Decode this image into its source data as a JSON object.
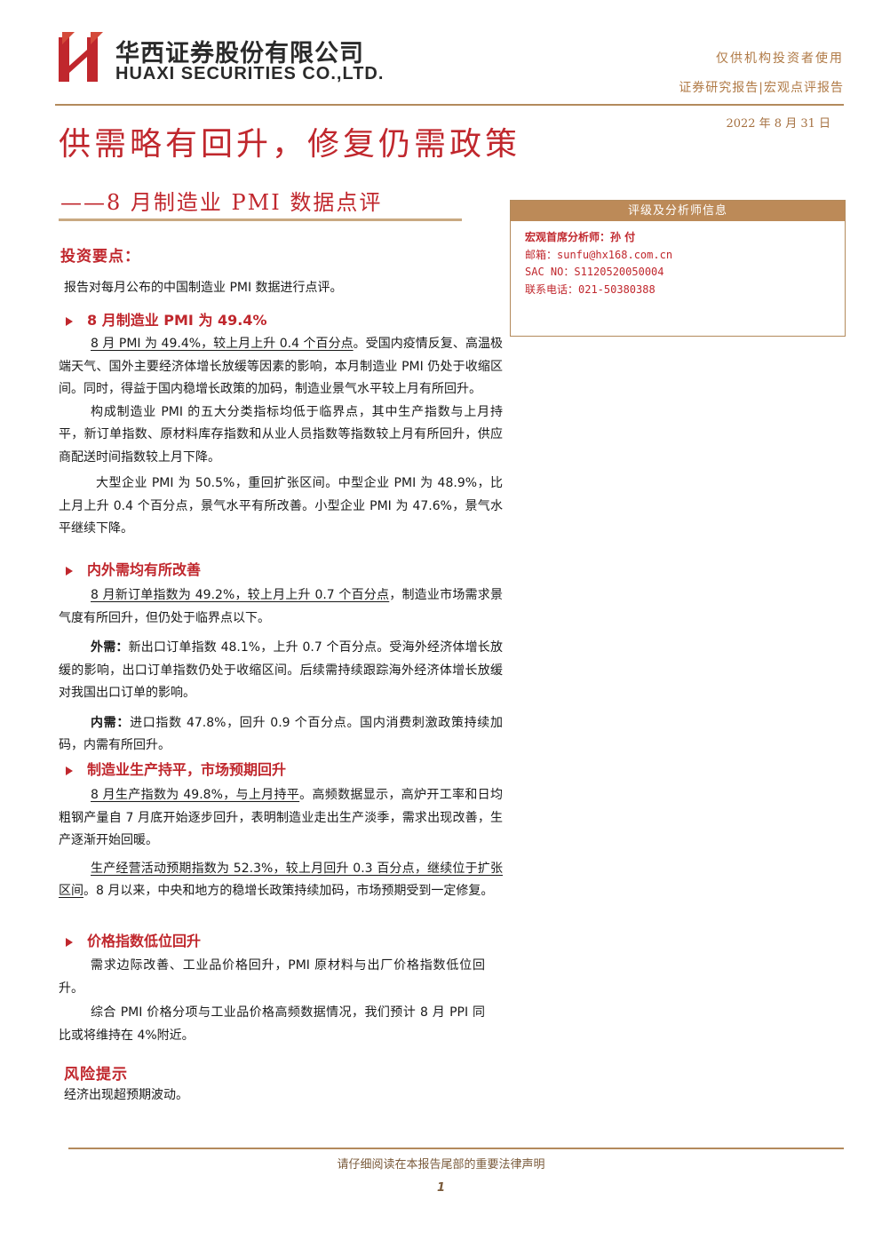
{
  "header": {
    "company_cn": "华西证券股份有限公司",
    "company_en": "HUAXI SECURITIES CO.,LTD.",
    "top_right_line1": "仅供机构投资者使用",
    "top_right_line2": "证券研究报告|宏观点评报告",
    "date": "2022 年 8 月 31 日",
    "brand_color": "#c0272d",
    "accent_color": "#b38a5c"
  },
  "title": "供需略有回升，修复仍需政策",
  "subtitle": "——8 月制造业 PMI 数据点评",
  "analyst_box": {
    "heading": "评级及分析师信息",
    "analyst": "宏观首席分析师：孙 付",
    "email": "邮箱：sunfu@hx168.com.cn",
    "sac": "SAC NO：S1120520050004",
    "phone": "联系电话：021-50380388"
  },
  "key_points_title": "投资要点：",
  "intro": "报告对每月公布的中国制造业 PMI 数据进行点评。",
  "sections": [
    {
      "heading": "8 月制造业 PMI 为 49.4%",
      "p1_underlined": "8 月 PMI 为 49.4%，较上月上升 0.4 个百分点",
      "p1_rest": "。受国内疫情反复、高温极端天气、国外主要经济体增长放缓等因素的影响，本月制造业 PMI 仍处于收缩区间。同时，得益于国内稳增长政策的加码，制造业景气水平较上月有所回升。",
      "p2": "构成制造业 PMI 的五大分类指标均低于临界点，其中生产指数与上月持平，新订单指数、原材料库存指数和从业人员指数等指数较上月有所回升，供应商配送时间指数较上月下降。",
      "p3": "大型企业 PMI 为 50.5%，重回扩张区间。中型企业 PMI 为 48.9%，比上月上升 0.4 个百分点，景气水平有所改善。小型企业 PMI 为 47.6%，景气水平继续下降。"
    },
    {
      "heading": "内外需均有所改善",
      "p1_underlined": "8 月新订单指数为 49.2%，较上月上升 0.7 个百分点",
      "p1_rest": "，制造业市场需求景气度有所回升，但仍处于临界点以下。",
      "p2_bold": "外需：",
      "p2_rest": "新出口订单指数 48.1%，上升 0.7 个百分点。受海外经济体增长放缓的影响，出口订单指数仍处于收缩区间。后续需持续跟踪海外经济体增长放缓对我国出口订单的影响。",
      "p3_bold": "内需：",
      "p3_rest": "进口指数 47.8%，回升 0.9 个百分点。国内消费刺激政策持续加码，内需有所回升。"
    },
    {
      "heading": "制造业生产持平，市场预期回升",
      "p1_underlined": "8 月生产指数为 49.8%，与上月持平",
      "p1_rest": "。高频数据显示，高炉开工率和日均粗钢产量自 7 月底开始逐步回升，表明制造业走出生产淡季，需求出现改善，生产逐渐开始回暖。",
      "p2_underlined": "生产经营活动预期指数为 52.3%，较上月回升 0.3 百分点，继续位于扩张区间",
      "p2_rest": "。8 月以来，中央和地方的稳增长政策持续加码，市场预期受到一定修复。"
    },
    {
      "heading": "价格指数低位回升",
      "p1": "需求边际改善、工业品价格回升，PMI 原材料与出厂价格指数低位回升。",
      "p2": "综合 PMI 价格分项与工业品价格高频数据情况，我们预计 8 月 PPI 同比或将维持在 4%附近。"
    }
  ],
  "risk": {
    "title": "风险提示",
    "text": "经济出现超预期波动。"
  },
  "footer": {
    "notice": "请仔细阅读在本报告尾部的重要法律声明",
    "page": "1"
  }
}
